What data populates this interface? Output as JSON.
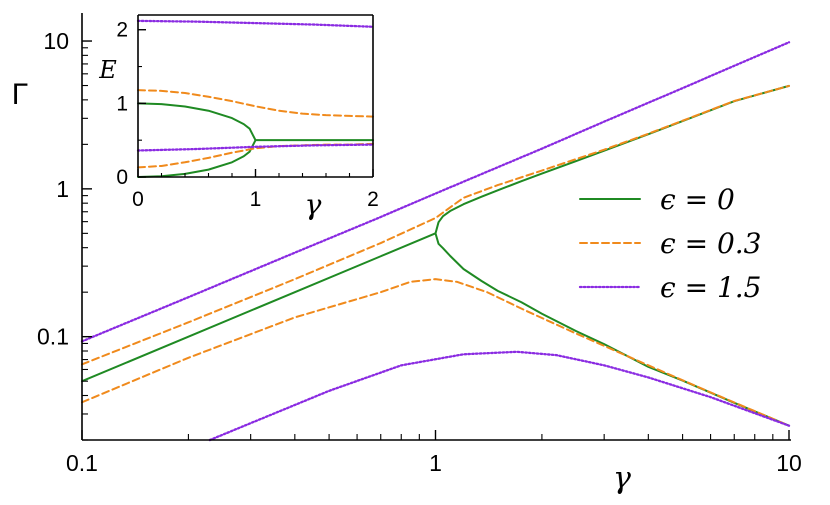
{
  "colors": {
    "green": "#1f8a23",
    "orange": "#f08a1c",
    "purple": "#8a2be2",
    "axis": "#000000",
    "background": "#ffffff"
  },
  "chart_data": [
    {
      "id": "main",
      "type": "line",
      "xscale": "log",
      "yscale": "log",
      "xlim": [
        0.1,
        10
      ],
      "ylim": [
        0.02,
        15
      ],
      "xlabel": "γ",
      "ylabel": "Γ",
      "xticks": [
        0.1,
        1,
        10
      ],
      "xtick_labels": [
        "0.1",
        "1",
        "10"
      ],
      "yticks": [
        0.1,
        1,
        10
      ],
      "ytick_labels": [
        "0.1",
        "1",
        "10"
      ],
      "legend": {
        "placement": "right",
        "entries": [
          {
            "series": "eps0",
            "label": "ϵ = 0"
          },
          {
            "series": "eps03",
            "label": "ϵ = 0.3"
          },
          {
            "series": "eps15",
            "label": "ϵ = 1.5"
          }
        ]
      },
      "series": [
        {
          "key": "eps0",
          "name": "ϵ = 0",
          "color": "#1f8a23",
          "style": "solid",
          "branches": [
            {
              "x": [
                0.1,
                0.2,
                0.4,
                0.7,
                1.0
              ],
              "y": [
                0.05,
                0.1,
                0.2,
                0.35,
                0.5
              ]
            },
            {
              "x": [
                1.0,
                1.02,
                1.05,
                1.1,
                1.2,
                1.35,
                1.5,
                1.75,
                2.0,
                2.5,
                3,
                4,
                5,
                7,
                10
              ],
              "y": [
                0.5,
                0.595,
                0.653,
                0.708,
                0.787,
                0.885,
                0.977,
                1.127,
                1.268,
                1.542,
                1.811,
                2.345,
                2.872,
                3.917,
                4.975
              ]
            },
            {
              "x": [
                1.0,
                1.02,
                1.05,
                1.1,
                1.2,
                1.35,
                1.5,
                1.75,
                2.0,
                2.5,
                3,
                4,
                5,
                7,
                10
              ],
              "y": [
                0.5,
                0.425,
                0.397,
                0.352,
                0.287,
                0.238,
                0.204,
                0.171,
                0.143,
                0.109,
                0.089,
                0.0625,
                0.0505,
                0.0357,
                0.025
              ]
            }
          ]
        },
        {
          "key": "eps03",
          "name": "ϵ = 0.3",
          "color": "#f08a1c",
          "style": "dashed",
          "branches": [
            {
              "x": [
                0.1,
                0.2,
                0.4,
                0.7,
                1.0,
                1.2,
                1.5,
                2,
                3,
                4,
                5,
                7,
                10
              ],
              "y": [
                0.065,
                0.125,
                0.245,
                0.43,
                0.635,
                0.87,
                1.06,
                1.33,
                1.84,
                2.36,
                2.89,
                3.93,
                4.97
              ]
            },
            {
              "x": [
                0.1,
                0.2,
                0.4,
                0.7,
                0.85,
                1.0,
                1.15,
                1.4,
                1.8,
                2.5,
                4,
                6,
                10
              ],
              "y": [
                0.036,
                0.072,
                0.135,
                0.2,
                0.235,
                0.245,
                0.235,
                0.2,
                0.15,
                0.105,
                0.064,
                0.042,
                0.025
              ]
            }
          ]
        },
        {
          "key": "eps15",
          "name": "ϵ = 1.5",
          "color": "#8a2be2",
          "style": "dotted",
          "branches": [
            {
              "x": [
                0.1,
                0.2,
                0.4,
                0.7,
                1.0,
                1.5,
                2,
                3,
                5,
                7,
                10
              ],
              "y": [
                0.093,
                0.185,
                0.37,
                0.645,
                0.93,
                1.4,
                1.87,
                2.85,
                4.8,
                6.8,
                9.8
              ]
            },
            {
              "x": [
                0.23,
                0.3,
                0.5,
                0.8,
                1.2,
                1.7,
                2.2,
                3,
                4,
                6,
                10
              ],
              "y": [
                0.02,
                0.026,
                0.043,
                0.064,
                0.076,
                0.079,
                0.075,
                0.064,
                0.053,
                0.039,
                0.025
              ]
            }
          ]
        }
      ]
    },
    {
      "id": "inset",
      "type": "line",
      "xlim": [
        0,
        2
      ],
      "ylim": [
        0,
        2.2
      ],
      "xlabel": "γ",
      "ylabel": "E",
      "xticks": [
        0,
        1,
        2
      ],
      "xtick_labels": [
        "0",
        "1",
        "2"
      ],
      "yticks": [
        0,
        1,
        2
      ],
      "ytick_labels": [
        "0",
        "1",
        "2"
      ],
      "series": [
        {
          "key": "eps0",
          "name": "ϵ = 0",
          "color": "#1f8a23",
          "style": "solid",
          "branches": [
            {
              "x": [
                0,
                0.2,
                0.4,
                0.6,
                0.8,
                0.9,
                0.95,
                1.0
              ],
              "y": [
                1.0,
                0.99,
                0.958,
                0.9,
                0.8,
                0.718,
                0.656,
                0.5
              ]
            },
            {
              "x": [
                0,
                0.2,
                0.4,
                0.6,
                0.8,
                0.9,
                0.95,
                1.0
              ],
              "y": [
                0,
                0.01,
                0.042,
                0.1,
                0.2,
                0.282,
                0.344,
                0.5
              ]
            },
            {
              "x": [
                1.0,
                1.5,
                2.0
              ],
              "y": [
                0.5,
                0.5,
                0.5
              ]
            }
          ]
        },
        {
          "key": "eps03",
          "name": "ϵ = 0.3",
          "color": "#f08a1c",
          "style": "dashed",
          "branches": [
            {
              "x": [
                0,
                0.2,
                0.4,
                0.6,
                0.8,
                1.0,
                1.2,
                1.4,
                1.6,
                1.8,
                2.0
              ],
              "y": [
                1.18,
                1.17,
                1.14,
                1.09,
                1.03,
                0.96,
                0.9,
                0.86,
                0.84,
                0.83,
                0.82
              ]
            },
            {
              "x": [
                0,
                0.2,
                0.4,
                0.6,
                0.8,
                1.0,
                1.2,
                1.4,
                1.6,
                1.8,
                2.0
              ],
              "y": [
                0.13,
                0.15,
                0.2,
                0.26,
                0.33,
                0.39,
                0.42,
                0.43,
                0.44,
                0.44,
                0.45
              ]
            }
          ]
        },
        {
          "key": "eps15",
          "name": "ϵ = 1.5",
          "color": "#8a2be2",
          "style": "dotted",
          "branches": [
            {
              "x": [
                0,
                0.5,
                1.0,
                1.5,
                2.0
              ],
              "y": [
                2.12,
                2.11,
                2.09,
                2.07,
                2.04
              ]
            },
            {
              "x": [
                0,
                0.5,
                1.0,
                1.5,
                2.0
              ],
              "y": [
                0.36,
                0.38,
                0.41,
                0.43,
                0.44
              ]
            }
          ]
        }
      ]
    }
  ]
}
